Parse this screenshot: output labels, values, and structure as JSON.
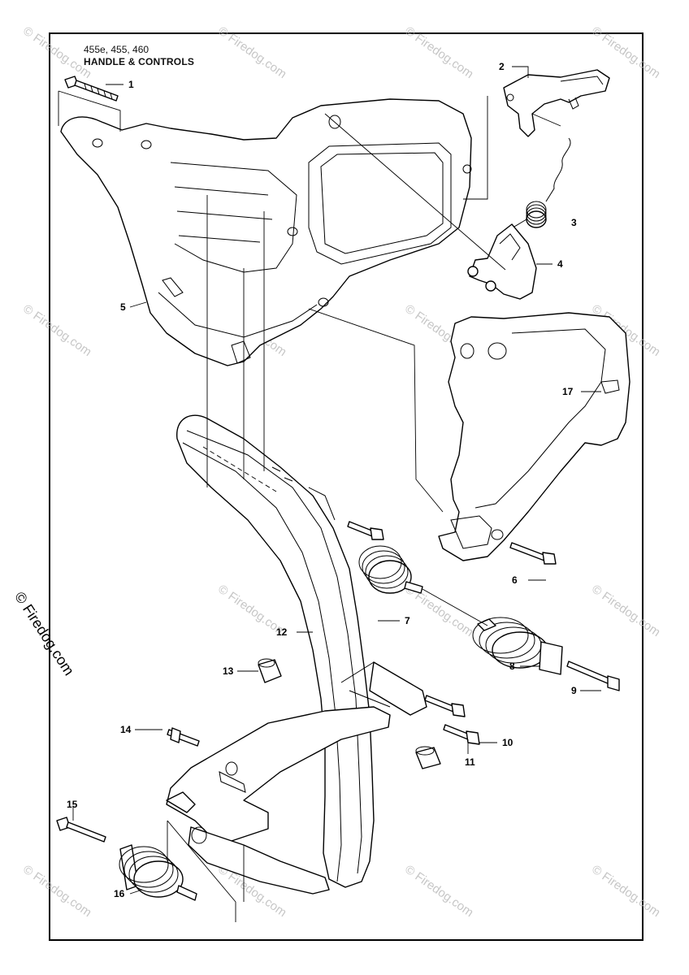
{
  "header": {
    "models": "455e, 455, 460",
    "section": "HANDLE & CONTROLS"
  },
  "watermark": {
    "text": "© Firedog.com"
  },
  "callouts": [
    "1",
    "2",
    "3",
    "4",
    "5",
    "6",
    "7",
    "8",
    "9",
    "10",
    "11",
    "12",
    "13",
    "14",
    "15",
    "16",
    "17"
  ]
}
